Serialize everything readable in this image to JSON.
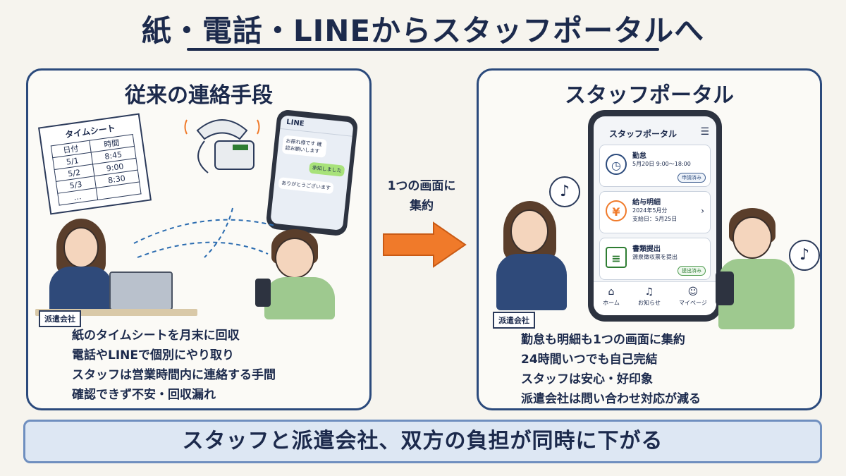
{
  "title": "紙・電話・LINEからスタッフポータルへ",
  "left": {
    "heading": "従来の連絡手段",
    "timesheet": {
      "title": "タイムシート",
      "headers": [
        "日付",
        "時間"
      ],
      "rows": [
        [
          "5/1",
          "8:45"
        ],
        [
          "5/2",
          "9:00"
        ],
        [
          "5/3",
          "8:30"
        ],
        [
          "…",
          ""
        ]
      ]
    },
    "chat": {
      "app": "LINE",
      "messages": [
        "お振れ様です 確認お願いします",
        "承知しました",
        "ありがとうございます"
      ]
    },
    "company_tag": "派遣会社",
    "bullets": [
      "紙のタイムシートを月末に回収",
      "電話やLINEで個別にやり取り",
      "スタッフは営業時間内に連絡する手間",
      "確認できず不安・回収漏れ"
    ]
  },
  "center": {
    "arrow_label_line1": "1つの画面に",
    "arrow_label_line2": "集約"
  },
  "right": {
    "heading": "スタッフポータル",
    "app": {
      "header": "スタッフポータル",
      "cards": [
        {
          "icon": "clock-icon",
          "title": "勤怠",
          "sub": "5月20日 9:00〜18:00",
          "sub2": "",
          "badge": "申請済み"
        },
        {
          "icon": "yen-icon",
          "title": "給与明細",
          "sub": "2024年5月分",
          "sub2": "支給日：5月25日",
          "badge": ""
        },
        {
          "icon": "document-icon",
          "title": "書類提出",
          "sub": "源泉徴収票を提出",
          "sub2": "",
          "badge": "提出済み"
        }
      ],
      "nav": [
        "ホーム",
        "お知らせ",
        "マイページ"
      ]
    },
    "company_tag": "派遣会社",
    "bullets": [
      "勤怠も明細も1つの画面に集約",
      "24時間いつでも自己完結",
      "スタッフは安心・好印象",
      "派遣会社は問い合わせ対応が減る"
    ]
  },
  "banner": "スタッフと派遣会社、双方の負担が同時に下がる",
  "colors": {
    "navy": "#1c2a4c",
    "arrow": "#f07a2a",
    "banner_bg": "#dde7f3"
  }
}
